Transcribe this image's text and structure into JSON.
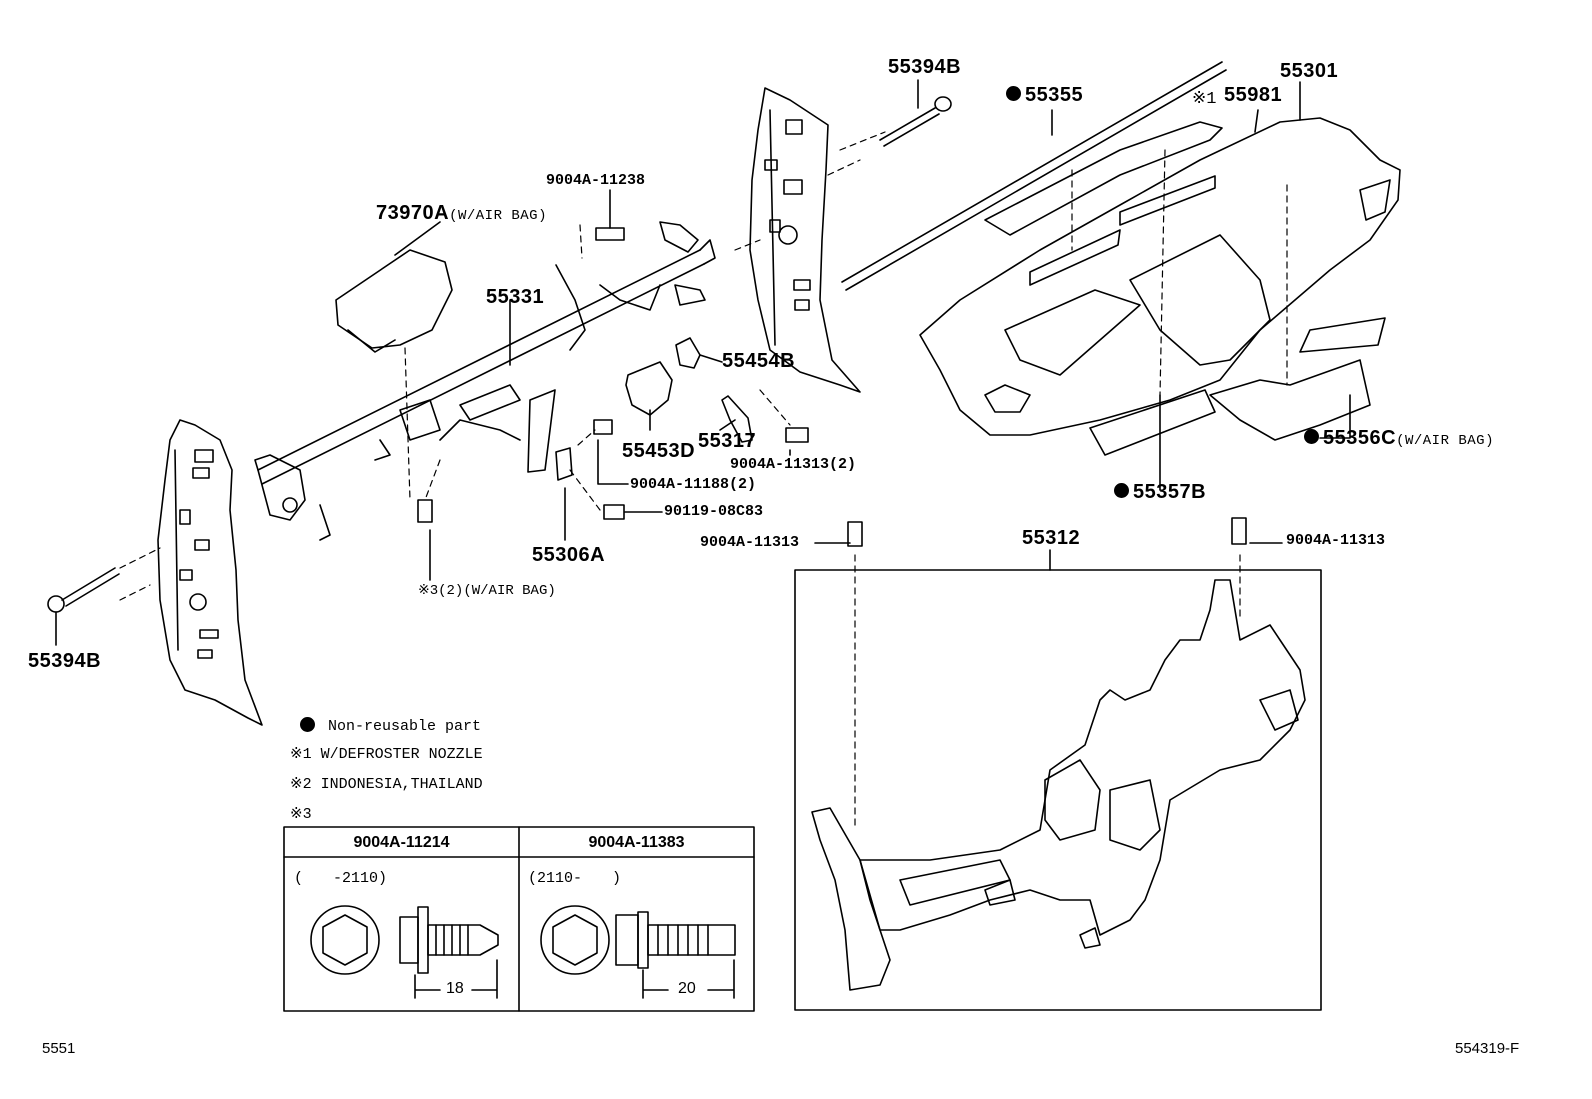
{
  "parts": {
    "p55394B_top": "55394B",
    "p55355": "55355",
    "p55981_note": "※1",
    "p55981": "55981",
    "p55301": "55301",
    "p9004A_11238": "9004A-11238",
    "p73970A": "73970A",
    "p73970A_sub": "(W/AIR BAG)",
    "p55331": "55331",
    "p55454B": "55454B",
    "p55453D": "55453D",
    "p55317": "55317",
    "p9004A_11313_2": "9004A-11313(2)",
    "p9004A_11188_2": "9004A-11188(2)",
    "p90119_08C83": "90119-08C83",
    "p55306A": "55306A",
    "p_note3": "※3(2)(W/AIR BAG)",
    "p55394B_left": "55394B",
    "p55356C": "55356C",
    "p55356C_sub": "(W/AIR BAG)",
    "p55357B": "55357B",
    "p9004A_11313_left": "9004A-11313",
    "p55312": "55312",
    "p9004A_11313_right": "9004A-11313"
  },
  "legend": {
    "non_reusable": "Non-reusable part",
    "note1": "※1 W/DEFROSTER NOZZLE",
    "note2": "※2 INDONESIA,THAILAND",
    "note3": "※3"
  },
  "table": {
    "col1_header": "9004A-11214",
    "col2_header": "9004A-11383",
    "col1_range": "(　　-2110)",
    "col2_range": "(2110-　　)",
    "col1_dim": "18",
    "col2_dim": "20"
  },
  "footer": {
    "left": "5551",
    "right": "554319-F"
  }
}
